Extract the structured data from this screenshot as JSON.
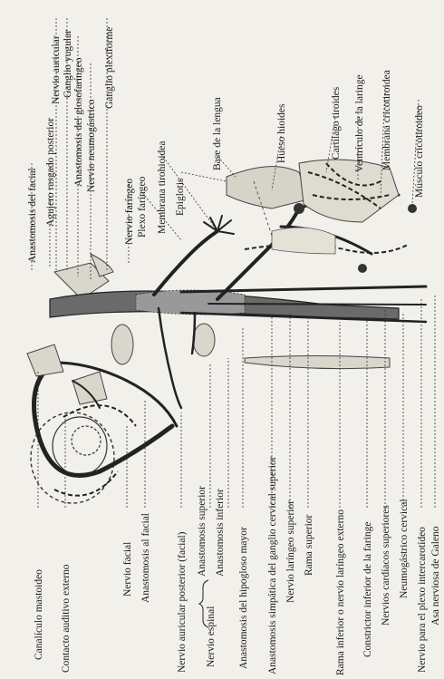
{
  "figure": {
    "labels_bottom": [
      "Canalículo mastoideo",
      "Contacto auditivo externo",
      "Nervio facial",
      "Anastomosis al facial",
      "Nervio auricular posterior (facial)",
      "Nervio espinal",
      "Anastomosis superior",
      "Anastomosis inferior",
      "Anastomosis del hipogloso mayor",
      "Anastomosis simpática del ganglio cervical superior",
      "Nervio laríngeo superior",
      "Rama superior",
      "Rama inferior o nervio laríngeo externo",
      "Constrictor inferior de la faringe",
      "Nervios cardíacos superiores",
      "Neumogástrico cervical",
      "Nervio para el plexo intercarotídeo",
      "Asa nerviosa de Galeno"
    ],
    "labels_top": [
      "Anastomosis del facial",
      "Agujero rasgado posterior",
      "Nervio auricular",
      "Ganglio yugular",
      "Anastomosis del glosofaríngeo",
      "Nervio neumogástrico",
      "Ganglio plexiforme",
      "Nervio faríngeo",
      "Plexo faríngeo",
      "Membrana tirohioidea",
      "Epiglotis",
      "Base de la lengua",
      "Hueso hioides",
      "Cartílago tiroides",
      "Ventrículo de la laringe",
      "Membrana cricotiroidea",
      "Músculo cricotiroideo"
    ]
  }
}
